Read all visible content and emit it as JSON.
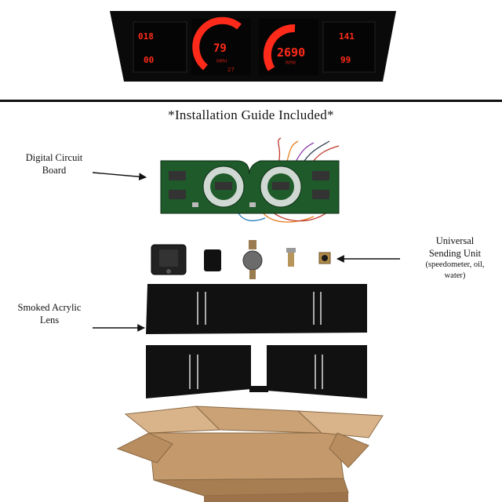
{
  "gauges": {
    "fuel": "018",
    "left_lower": "00",
    "speed": "79",
    "gear": "27",
    "rpm": "2690",
    "right_upper": "141",
    "right_lower": "99",
    "speed_unit": "MPH",
    "rpm_unit": "RPM"
  },
  "guide_title": "*Installation Guide Included*",
  "labels": {
    "board_line1": "Digital Circuit",
    "board_line2": "Board",
    "lens_line1": "Smoked Acrylic",
    "lens_line2": "Lens",
    "sender_line1": "Universal",
    "sender_line2": "Sending Unit",
    "sender_line3": "(speedometer, oil,",
    "sender_line4": "water)"
  },
  "colors": {
    "led_red": "#ff2a1a",
    "pcb_green": "#1e5a2a",
    "lens_black": "#111111",
    "box_brown": "#c9a27a"
  }
}
